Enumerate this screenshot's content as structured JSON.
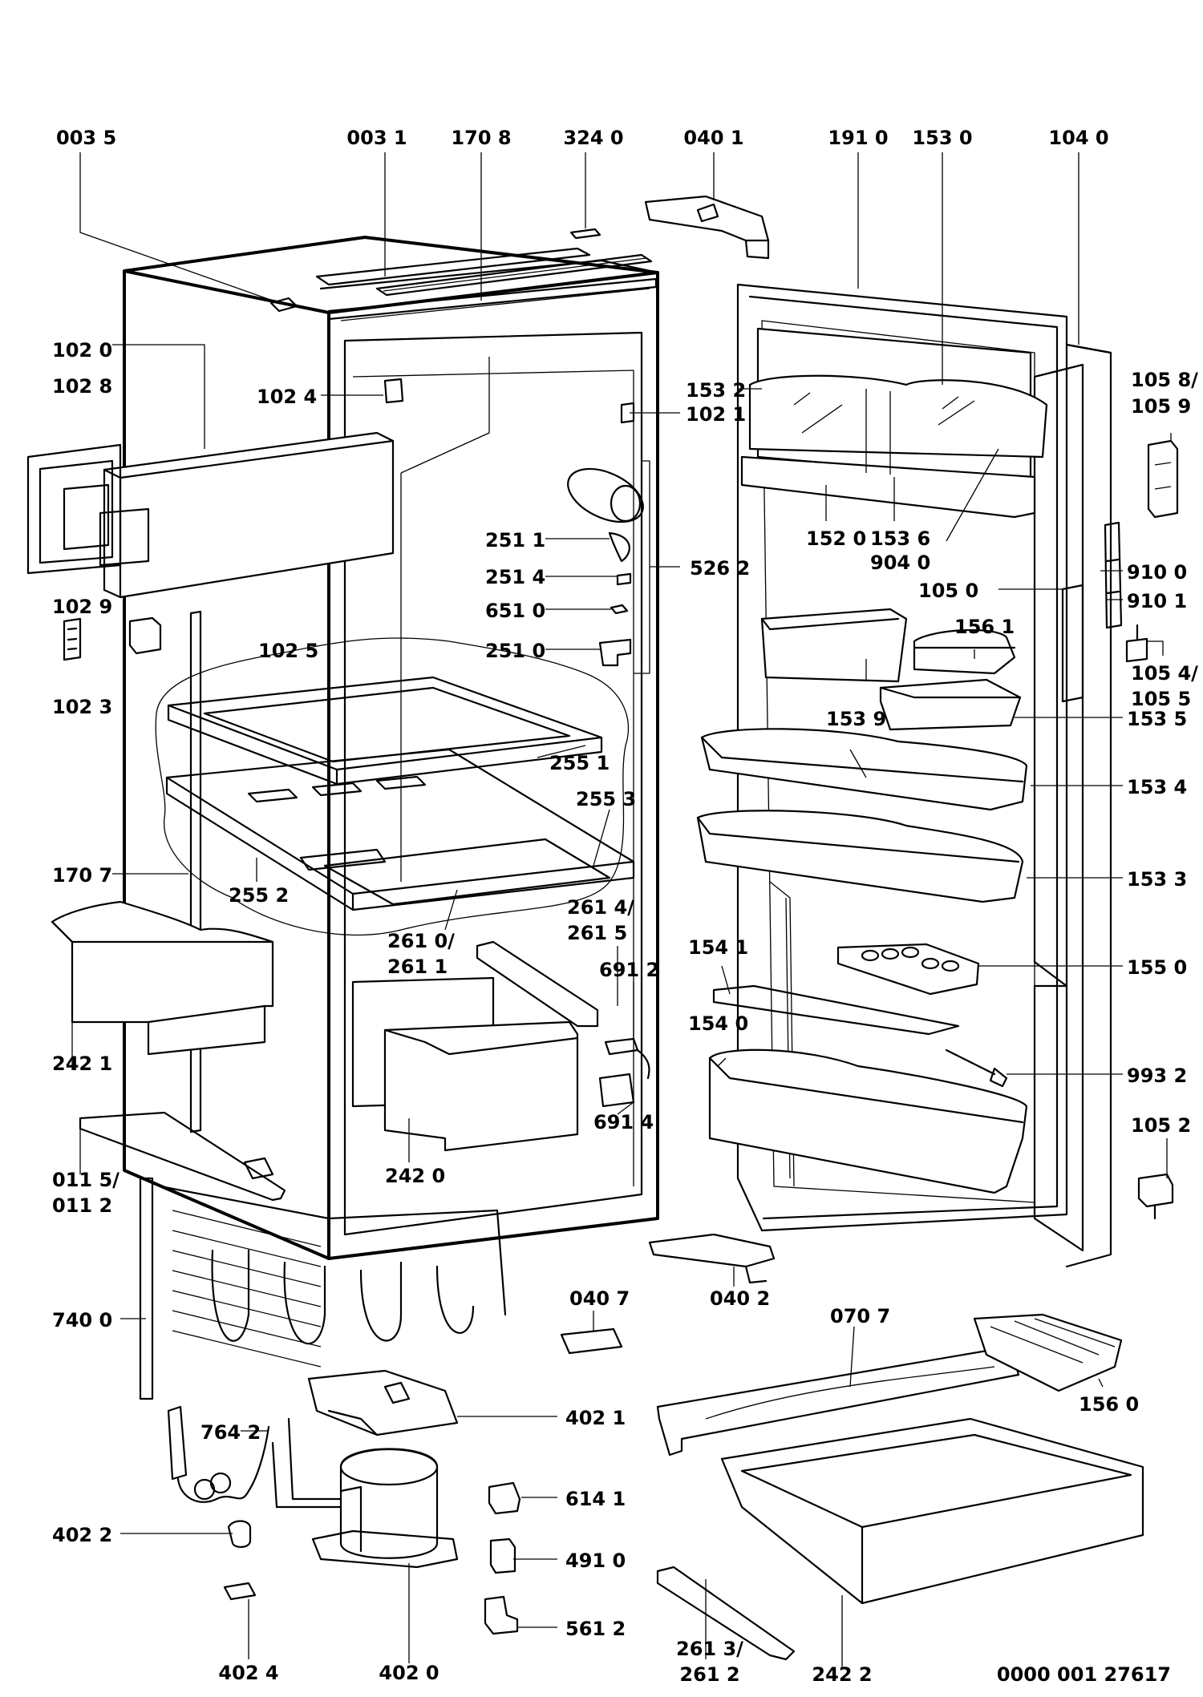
{
  "labels": {
    "l0035": "003 5",
    "l0031": "003 1",
    "l1708": "170 8",
    "l3240": "324 0",
    "l0401": "040 1",
    "l1910": "191 0",
    "l1530": "153 0",
    "l1040": "104 0",
    "l1020": "102 0",
    "l1028": "102 8",
    "l1024": "102 4",
    "l1021": "102 1",
    "l1532": "153 2",
    "l1058": "105 8/",
    "l1059": "105 9",
    "l2511": "251 1",
    "l2514": "251 4",
    "l6510": "651 0",
    "l2510": "251 0",
    "l5262": "526 2",
    "l1520": "152 0",
    "l1536": "153 6",
    "l9040": "904 0",
    "l1029": "102 9",
    "l1023": "102 3",
    "l1025": "102 5",
    "l1050": "105 0",
    "l9100": "910 0",
    "l9101": "910 1",
    "l1561": "156 1",
    "l1054": "105 4/",
    "l1055": "105 5",
    "l1539": "153 9",
    "l1535": "153 5",
    "l2551": "255 1",
    "l2553": "255 3",
    "l1534": "153 4",
    "l1707": "170 7",
    "l2552": "255 2",
    "l1533": "153 3",
    "l2614": "261 4/",
    "l2615": "261 5",
    "l2610": "261 0/",
    "l2611": "261 1",
    "l1541": "154 1",
    "l6912": "691 2",
    "l1550": "155 0",
    "l2421": "242 1",
    "l1540": "154 0",
    "l9932": "993 2",
    "l6914": "691 4",
    "l0115": "011 5/",
    "l0112": "011 2",
    "l2420": "242 0",
    "l1052": "105 2",
    "l7400": "740 0",
    "l0407": "040 7",
    "l0402": "040 2",
    "l0707": "070 7",
    "l1560": "156 0",
    "l4021": "402 1",
    "l7642": "764 2",
    "l6141": "614 1",
    "l4022": "402 2",
    "l4910": "491 0",
    "l5612": "561 2",
    "l4024": "402 4",
    "l4020": "402 0",
    "l2613": "261 3/",
    "l2612": "261 2",
    "l2422": "242 2",
    "docnum": "0000 001 27617"
  }
}
